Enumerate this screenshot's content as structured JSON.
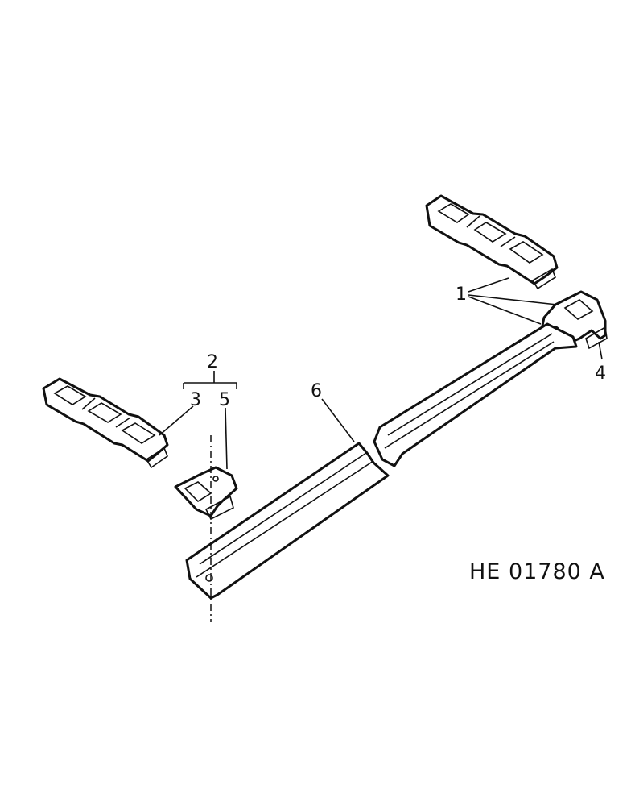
{
  "callouts": {
    "c1": "1",
    "c2": "2",
    "c3": "3",
    "c4": "4",
    "c5": "5",
    "c6": "6"
  },
  "figure_code": "HE 01780 A",
  "colors": {
    "ink": "#111111",
    "paper": "#ffffff"
  }
}
